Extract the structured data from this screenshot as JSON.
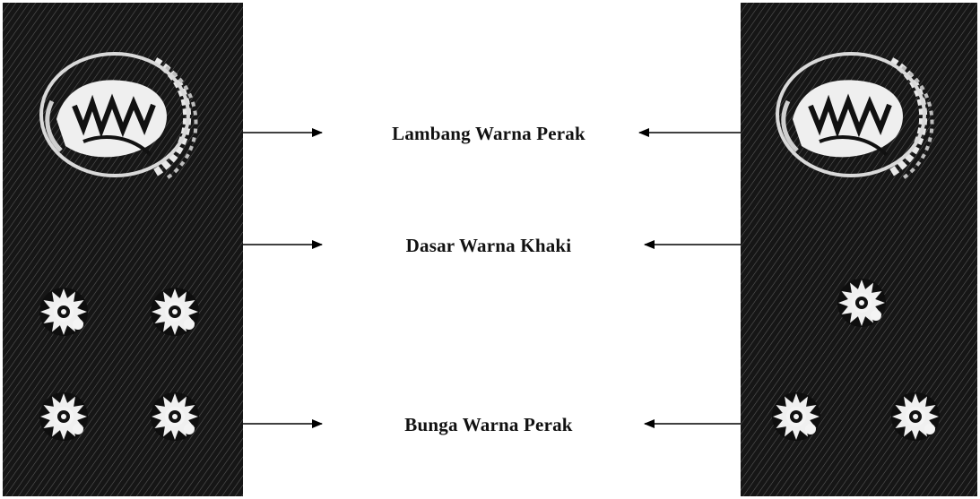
{
  "labels": {
    "emblem": "Lambang Warna Perak",
    "base": "Dasar Warna Khaki",
    "flower": "Bunga Warna Perak"
  },
  "boards": {
    "left": {
      "emblem_icon": "garuda-wreath-emblem-icon",
      "flower_count": 4
    },
    "right": {
      "emblem_icon": "garuda-wreath-emblem-icon",
      "flower_count": 3
    }
  },
  "colors": {
    "board": "#1a1a1a",
    "silver": "#e8e8e8",
    "text": "#111111",
    "arrow": "#000000"
  }
}
